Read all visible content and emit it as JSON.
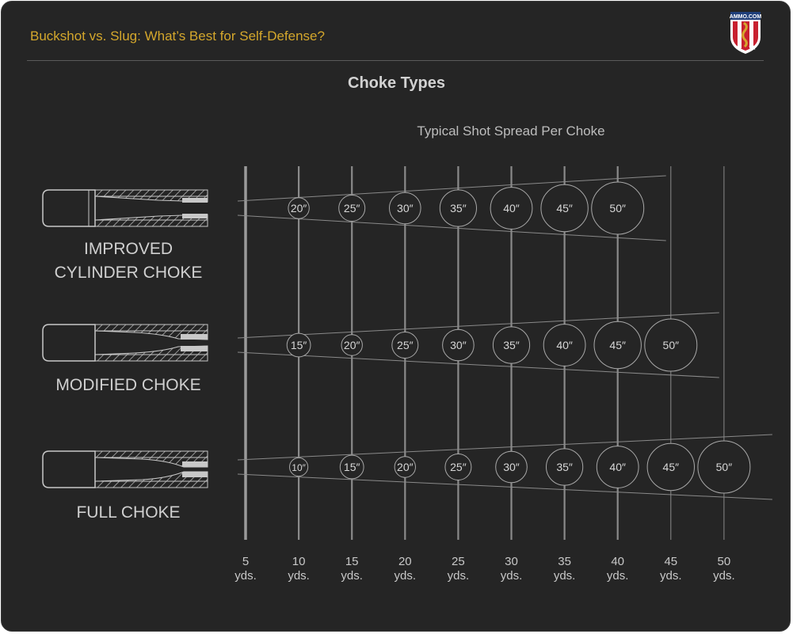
{
  "header": {
    "title": "Buckshot vs. Slug: What’s Best for Self-Defense?",
    "logo_text": "AMMO.COM"
  },
  "diagram": {
    "title": "Choke Types",
    "subtitle": "Typical Shot Spread Per Choke"
  },
  "chokes": [
    {
      "label_lines": [
        "IMPROVED",
        "CYLINDER CHOKE"
      ]
    },
    {
      "label_lines": [
        "MODIFIED CHOKE"
      ]
    },
    {
      "label_lines": [
        "FULL CHOKE"
      ]
    }
  ],
  "chart_data": {
    "type": "table",
    "distance_unit": "yds.",
    "distances": [
      5,
      10,
      15,
      20,
      25,
      30,
      35,
      40,
      45,
      50
    ],
    "spread_unit": "″",
    "rows": [
      {
        "choke": "IMPROVED CYLINDER CHOKE",
        "spread_in": [
          null,
          20,
          25,
          30,
          35,
          40,
          45,
          50,
          null,
          null
        ]
      },
      {
        "choke": "MODIFIED CHOKE",
        "spread_in": [
          null,
          15,
          20,
          25,
          30,
          35,
          40,
          45,
          50,
          null
        ]
      },
      {
        "choke": "FULL CHOKE",
        "spread_in": [
          null,
          10,
          15,
          20,
          25,
          30,
          35,
          40,
          45,
          50
        ]
      }
    ]
  },
  "colors": {
    "background": "#252525",
    "header_text": "#d4a72c",
    "line": "#8a8a8a",
    "text": "#d0d0d0",
    "logo_red": "#c8202f",
    "logo_blue": "#1f3f7a"
  }
}
